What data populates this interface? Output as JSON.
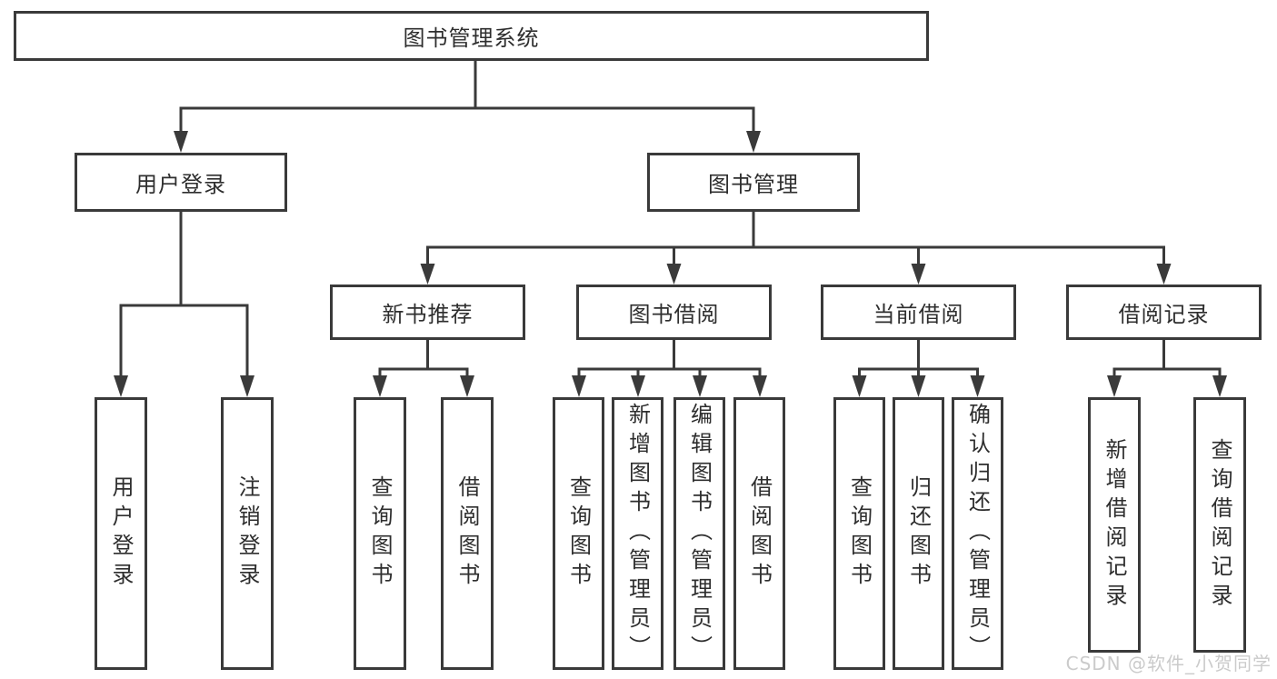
{
  "diagram": {
    "title": "图书管理系统",
    "branches": [
      {
        "label": "用户登录",
        "children": [
          {
            "label": "用户登录"
          },
          {
            "label": "注销登录"
          }
        ]
      },
      {
        "label": "图书管理",
        "children": [
          {
            "label": "新书推荐",
            "children": [
              {
                "label": "查询图书"
              },
              {
                "label": "借阅图书"
              }
            ]
          },
          {
            "label": "图书借阅",
            "children": [
              {
                "label": "查询图书"
              },
              {
                "label": "新增图书（管理员）"
              },
              {
                "label": "编辑图书（管理员）"
              },
              {
                "label": "借阅图书"
              }
            ]
          },
          {
            "label": "当前借阅",
            "children": [
              {
                "label": "查询图书"
              },
              {
                "label": "归还图书"
              },
              {
                "label": "确认归还（管理员）"
              }
            ]
          },
          {
            "label": "借阅记录",
            "children": [
              {
                "label": "新增借阅记录"
              },
              {
                "label": "查询借阅记录"
              }
            ]
          }
        ]
      }
    ]
  },
  "watermark": {
    "text": "CSDN @软件_小贺同学"
  },
  "colors": {
    "line": "#3a3a3a",
    "text": "#2e2e2e",
    "background": "#ffffff",
    "watermark": "#cbcbcb"
  }
}
